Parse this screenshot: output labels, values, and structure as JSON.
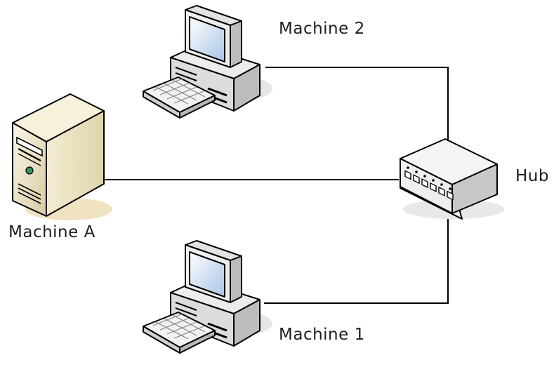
{
  "nodes": {
    "machine_a": {
      "label": "Machine A",
      "icon": "server-tower-icon"
    },
    "machine_1": {
      "label": "Machine 1",
      "icon": "desktop-computer-icon"
    },
    "machine_2": {
      "label": "Machine 2",
      "icon": "desktop-computer-icon"
    },
    "hub": {
      "label": "Hub",
      "icon": "network-hub-icon"
    }
  },
  "links": [
    {
      "from": "Machine A",
      "to": "Hub"
    },
    {
      "from": "Machine 2",
      "to": "Hub"
    },
    {
      "from": "Machine 1",
      "to": "Hub"
    }
  ],
  "colors": {
    "line": "#000000",
    "tower_body": "#efe6c8",
    "hub_body": "#f4f4f4",
    "screen": "#d6e4f5"
  }
}
